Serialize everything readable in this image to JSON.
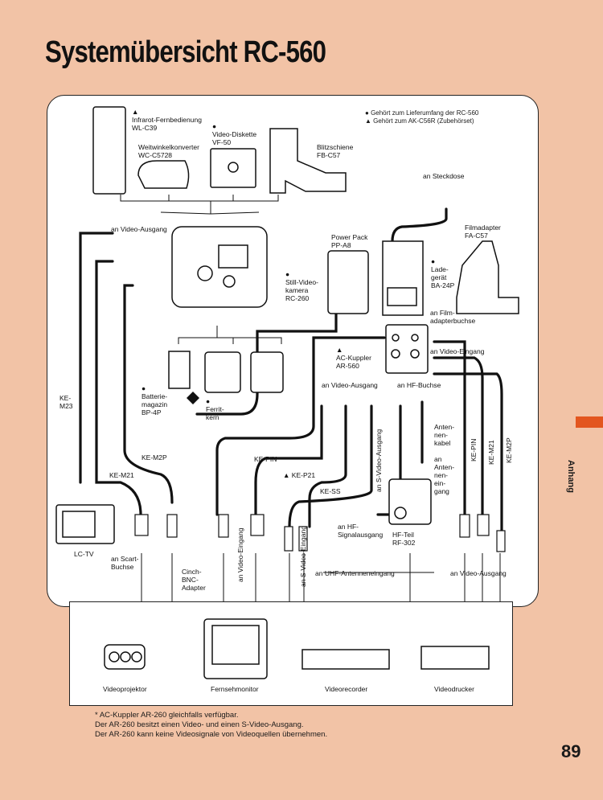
{
  "page": {
    "title": "Systemübersicht RC-560",
    "section_tab": "Anhang",
    "page_number": "89"
  },
  "legend": {
    "dot": "Gehört zum Lieferumfang der RC-560",
    "triangle": "Gehört zum AK-C56R (Zubehörset)"
  },
  "devices": {
    "remote": "Infrarot-Fernbedienung\nWL-C39",
    "wide_converter": "Weitwinkelkonverter\nWC-C5728",
    "video_disk": "Video-Diskette\nVF-50",
    "flash_rail": "Blitzschiene\nFB-C57",
    "camera": "Still-Video-\nkamera\nRC-260",
    "power_pack": "Power Pack\nPP-A8",
    "charger": "Lade-\ngerät\nBA-24P",
    "film_adapter": "Filmadapter\nFA-C57",
    "battery": "Batterie-\nmagazin\nBP-4P",
    "ferrite": "Ferrit-\nkern",
    "ac_coupler": "AC-Kuppler\nAR-560",
    "hf_unit": "HF-Teil\nRF-302",
    "antenna_cable": "Anten-\nnen-\nkabel",
    "antenna_input": "an\nAnten-\nnen-\nein-\ngang",
    "lc_tv": "LC-TV"
  },
  "connectors": {
    "to_socket": "an Steckdose",
    "to_video_out_top": "an Video-Ausgang",
    "to_film_adapter_socket": "an Film-\nadapterbuchse",
    "to_video_in": "an Video-Eingang",
    "to_video_out_coupler": "an Video-Ausgang",
    "to_hf_socket": "an HF-Buchse",
    "to_s_video_out": "an S-Video-Ausgang",
    "to_hf_signal_out": "an HF-\nSignalausgang",
    "to_scart": "an Scart-\nBuchse",
    "cinch_bnc": "Cinch-\nBNC-\nAdapter",
    "to_video_in_lower": "an Video-Eingang",
    "to_s_video_in": "an S-Video-Eingang",
    "to_uhf_in": "an UHF-Antenneneingang",
    "to_video_out_right": "an Video-Ausgang"
  },
  "cables": {
    "ke_m23": "KE-\nM23",
    "ke_m2p": "KE-M2P",
    "ke_m21": "KE-M21",
    "ke_pin": "KE-PIN",
    "ke_p21": "KE-P21",
    "ke_ss": "KE-SS",
    "ke_pin_r": "KE-PIN",
    "ke_m21_r": "KE-M21",
    "ke_m2p_r": "KE-M2P"
  },
  "outputs": {
    "projector": "Videoprojektor",
    "monitor": "Fernsehmonitor",
    "recorder": "Videorecorder",
    "printer": "Videodrucker"
  },
  "footnote": {
    "line1": "AC-Kuppler AR-260 gleichfalls verfügbar.",
    "line2": "Der AR-260 besitzt einen Video- und einen S-Video-Ausgang.",
    "line3": "Der AR-260 kann keine Videosignale von Videoquellen übernehmen."
  }
}
